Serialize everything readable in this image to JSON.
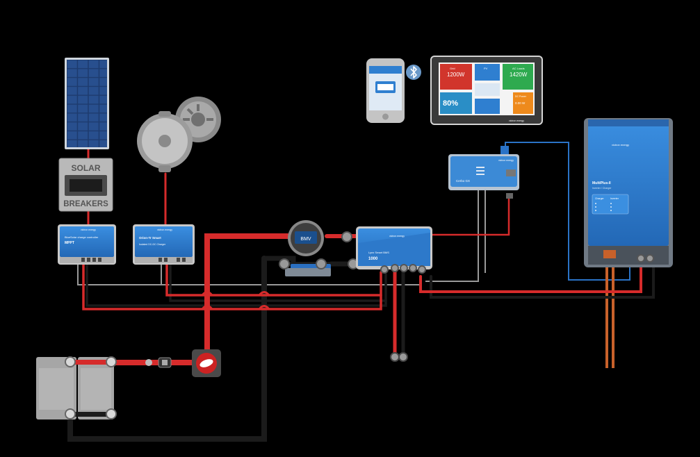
{
  "colors": {
    "background": "#000000",
    "positive_wire": "#d62b2b",
    "negative_wire": "#1b1b1b",
    "signal_wire": "#9a9a9a",
    "ve_bus_wire": "#2a73c7",
    "ac_wire": "#c8612a",
    "victron_blue": "#2f7fd0",
    "solar_panel": "#1d3b6e"
  },
  "solar_breakers": {
    "line1": "SOLAR",
    "line2": "BREAKERS"
  },
  "mppt": {
    "title": "BlueSolar charge controller",
    "model": "MPPT",
    "brand": "victron energy"
  },
  "orion": {
    "title": "Orion-Tr Smart",
    "subtitle": "Isolated DC-DC Charger",
    "brand": "victron energy"
  },
  "battery_monitor": {
    "display": "BMV"
  },
  "cerbo": {
    "name": "Cerbo GX",
    "brand": "victron energy"
  },
  "lynx": {
    "name": "Lynx Smart BMS",
    "value": "1000",
    "brand": "victron energy"
  },
  "touch_display": {
    "tile_grid": "Grid",
    "tile_grid_value": "1200W",
    "tile_pv": "PV",
    "tile_ac_loads": "AC Loads",
    "tile_ac_loads_value": "1420W",
    "tile_battery_value": "80%",
    "tile_dc_loads": "DC Power",
    "tile_dc_loads_value": "0.00 W",
    "brand": "victron energy"
  },
  "multiplus": {
    "brand": "victron energy",
    "title": "MultiPlus-II",
    "subtitle": "Inverter / Charger",
    "col1": "Charger",
    "col2": "Inverter"
  },
  "icons": [
    "solar-panel-icon",
    "alternator-icon",
    "bluetooth-icon",
    "phone-icon",
    "battery-icon",
    "battery-switch-icon",
    "fuse-icon"
  ]
}
